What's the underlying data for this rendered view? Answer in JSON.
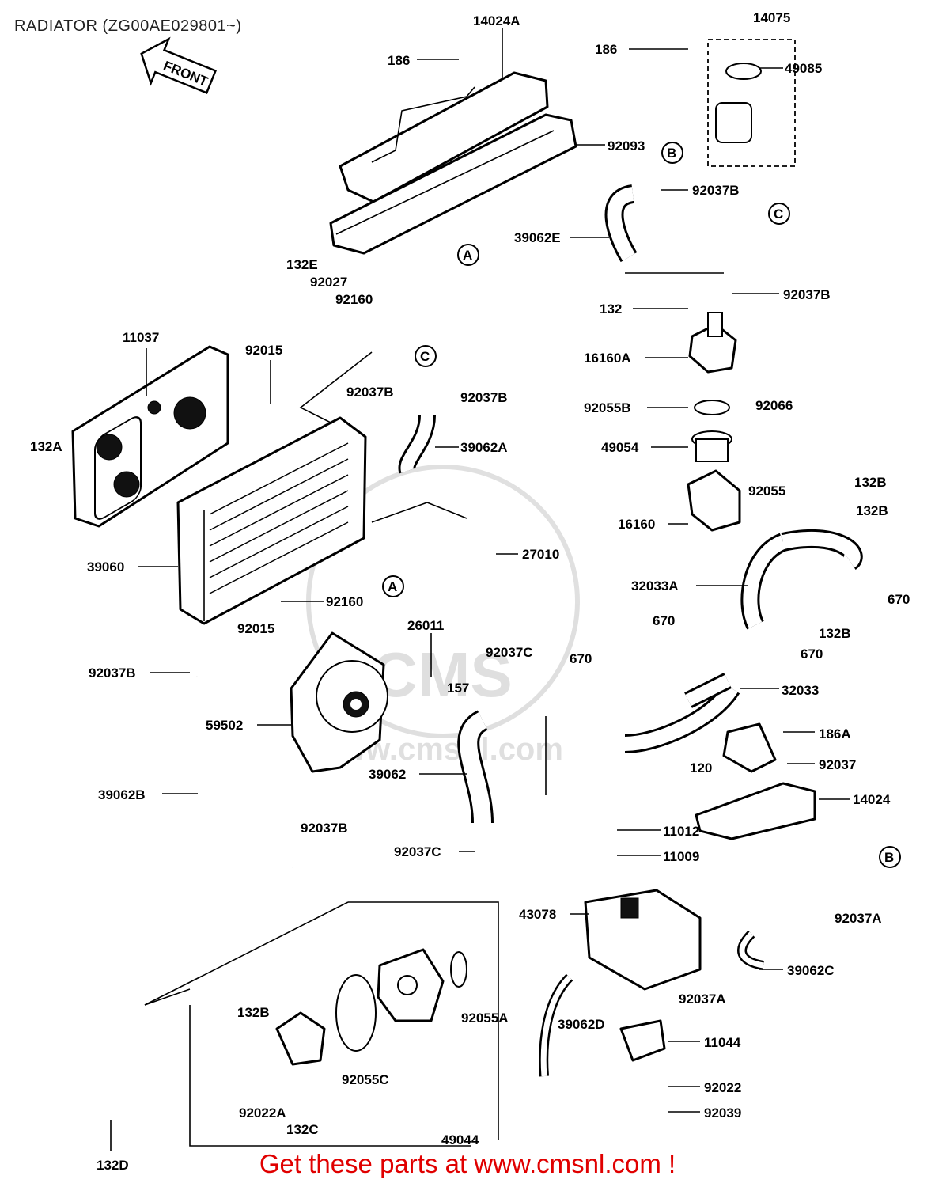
{
  "title": "RADIATOR (ZG00AE029801~)",
  "front_label": "FRONT",
  "promo": "Get these parts at www.cmsnl.com !",
  "watermark": "CMS / www.cmsnl.com",
  "refs": {
    "a": "A",
    "b": "B",
    "c": "C"
  },
  "parts": [
    {
      "key": "p14024A",
      "label": "14024A"
    },
    {
      "key": "p14075",
      "label": "14075"
    },
    {
      "key": "p186_1",
      "label": "186"
    },
    {
      "key": "p186_2",
      "label": "186"
    },
    {
      "key": "p49085",
      "label": "49085"
    },
    {
      "key": "p92093",
      "label": "92093"
    },
    {
      "key": "p92037B_1",
      "label": "92037B"
    },
    {
      "key": "p39062E",
      "label": "39062E"
    },
    {
      "key": "p92037B_2",
      "label": "92037B"
    },
    {
      "key": "p132E",
      "label": "132E"
    },
    {
      "key": "p92027",
      "label": "92027"
    },
    {
      "key": "p92160_1",
      "label": "92160"
    },
    {
      "key": "p132",
      "label": "132"
    },
    {
      "key": "p16160A",
      "label": "16160A"
    },
    {
      "key": "p11037",
      "label": "11037"
    },
    {
      "key": "p92015_1",
      "label": "92015"
    },
    {
      "key": "p92037B_3",
      "label": "92037B"
    },
    {
      "key": "p92037B_4",
      "label": "92037B"
    },
    {
      "key": "p92055B",
      "label": "92055B"
    },
    {
      "key": "p92066",
      "label": "92066"
    },
    {
      "key": "p132A",
      "label": "132A"
    },
    {
      "key": "p39062A",
      "label": "39062A"
    },
    {
      "key": "p49054",
      "label": "49054"
    },
    {
      "key": "p92055",
      "label": "92055"
    },
    {
      "key": "p132B_1",
      "label": "132B"
    },
    {
      "key": "p132B_2",
      "label": "132B"
    },
    {
      "key": "p16160",
      "label": "16160"
    },
    {
      "key": "p27010",
      "label": "27010"
    },
    {
      "key": "p39060",
      "label": "39060"
    },
    {
      "key": "p32033A",
      "label": "32033A"
    },
    {
      "key": "p670_1",
      "label": "670"
    },
    {
      "key": "p92160_2",
      "label": "92160"
    },
    {
      "key": "p670_2",
      "label": "670"
    },
    {
      "key": "p26011",
      "label": "26011"
    },
    {
      "key": "p92015_2",
      "label": "92015"
    },
    {
      "key": "p132B_3",
      "label": "132B"
    },
    {
      "key": "p670_3",
      "label": "670"
    },
    {
      "key": "p92037C_1",
      "label": "92037C"
    },
    {
      "key": "p670_4",
      "label": "670"
    },
    {
      "key": "p92037B_5",
      "label": "92037B"
    },
    {
      "key": "p157",
      "label": "157"
    },
    {
      "key": "p32033",
      "label": "32033"
    },
    {
      "key": "p59502",
      "label": "59502"
    },
    {
      "key": "p186A",
      "label": "186A"
    },
    {
      "key": "p92037",
      "label": "92037"
    },
    {
      "key": "p39062",
      "label": "39062"
    },
    {
      "key": "p120",
      "label": "120"
    },
    {
      "key": "p39062B",
      "label": "39062B"
    },
    {
      "key": "p14024",
      "label": "14024"
    },
    {
      "key": "p92037B_6",
      "label": "92037B"
    },
    {
      "key": "p11012",
      "label": "11012"
    },
    {
      "key": "p92037C_2",
      "label": "92037C"
    },
    {
      "key": "p11009",
      "label": "11009"
    },
    {
      "key": "p43078",
      "label": "43078"
    },
    {
      "key": "p92037A_1",
      "label": "92037A"
    },
    {
      "key": "p39062C",
      "label": "39062C"
    },
    {
      "key": "p92037A_2",
      "label": "92037A"
    },
    {
      "key": "p132B_4",
      "label": "132B"
    },
    {
      "key": "p92055A",
      "label": "92055A"
    },
    {
      "key": "p39062D",
      "label": "39062D"
    },
    {
      "key": "p11044",
      "label": "11044"
    },
    {
      "key": "p92055C",
      "label": "92055C"
    },
    {
      "key": "p92022A",
      "label": "92022A"
    },
    {
      "key": "p92022",
      "label": "92022"
    },
    {
      "key": "p132C",
      "label": "132C"
    },
    {
      "key": "p92039",
      "label": "92039"
    },
    {
      "key": "p49044",
      "label": "49044"
    },
    {
      "key": "p132D",
      "label": "132D"
    }
  ]
}
